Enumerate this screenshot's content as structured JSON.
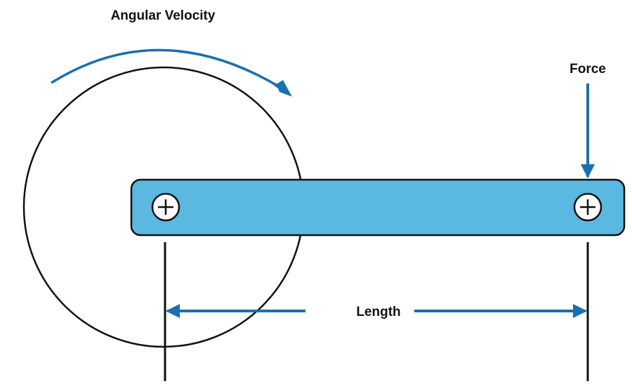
{
  "diagram": {
    "title": "Crank arm torque diagram",
    "labels": {
      "angular_velocity": "Angular Velocity",
      "force": "Force",
      "length": "Length"
    },
    "colors": {
      "arrow": "#1a6fb0",
      "arm_fill": "#5bb8e0",
      "outline": "#111111",
      "background": "#ffffff"
    },
    "elements": [
      {
        "id": "rotation-circle",
        "kind": "circle"
      },
      {
        "id": "crank-arm",
        "kind": "rounded-bar"
      },
      {
        "id": "pivot-left",
        "kind": "pivot",
        "symbol": "plus-in-circle"
      },
      {
        "id": "pivot-right",
        "kind": "pivot",
        "symbol": "plus-in-circle"
      }
    ]
  }
}
